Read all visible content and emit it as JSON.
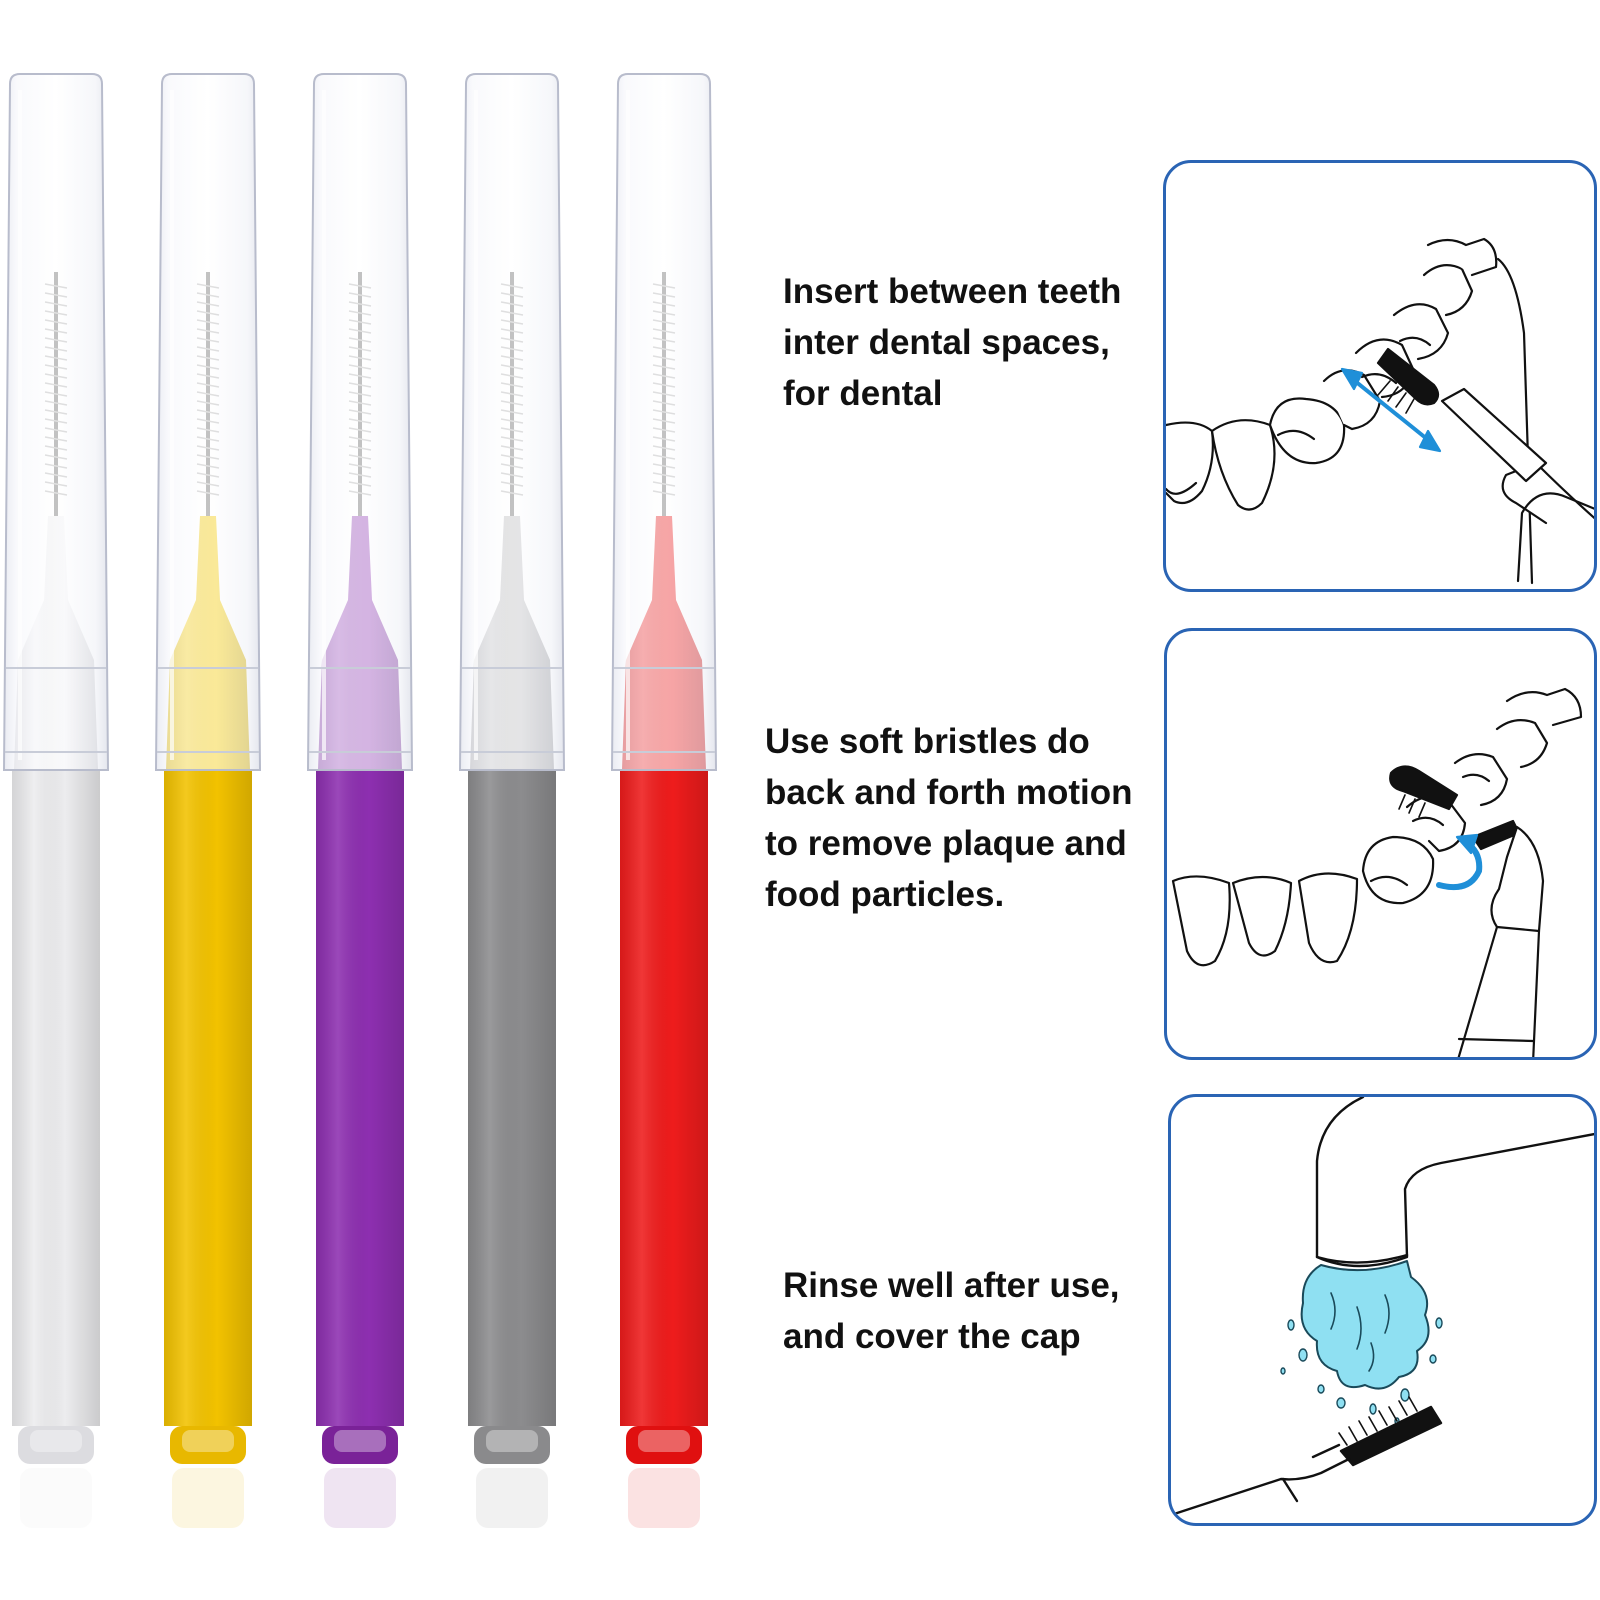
{
  "brushes": [
    {
      "color_name": "white",
      "handle": "#ececee",
      "cone": "#f6f6f8",
      "base": "#dcdce0"
    },
    {
      "color_name": "yellow",
      "handle": "#f2c200",
      "cone": "#f8d21c",
      "base": "#e8b800"
    },
    {
      "color_name": "purple",
      "handle": "#8d2fb0",
      "cone": "#a45cc2",
      "base": "#7a2298"
    },
    {
      "color_name": "gray",
      "handle": "#8c8c8e",
      "cone": "#c8c8ca",
      "base": "#8a8a8c"
    },
    {
      "color_name": "red",
      "handle": "#ee1c1c",
      "cone": "#f03a3a",
      "base": "#e01010"
    }
  ],
  "steps": [
    {
      "lines": [
        "Insert between teeth",
        "inter dental spaces,",
        "for dental"
      ],
      "illustration": "brush-between-teeth-illustration"
    },
    {
      "lines": [
        "Use soft bristles do",
        "back and forth motion",
        "to remove plaque and",
        "food particles."
      ],
      "illustration": "back-forth-motion-illustration"
    },
    {
      "lines": [
        "Rinse well after use,",
        "and cover the cap"
      ],
      "illustration": "rinse-under-faucet-illustration"
    }
  ],
  "colors": {
    "panel_border": "#2a64b4",
    "arrow": "#1f8fd8",
    "water": "#8fe0f2",
    "text": "#111111"
  }
}
